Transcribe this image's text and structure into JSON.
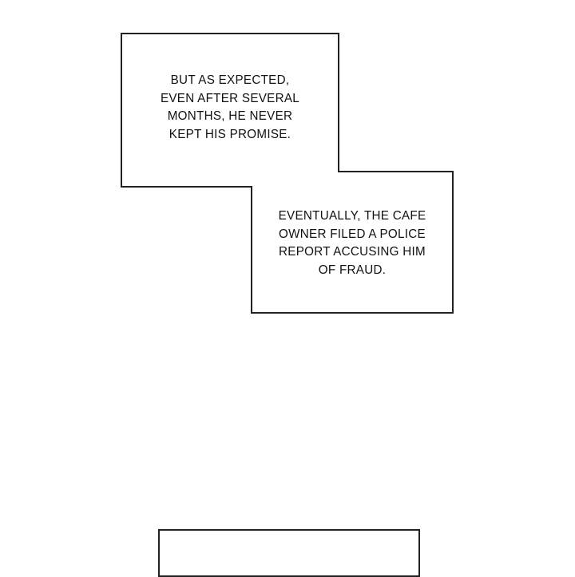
{
  "captions": [
    {
      "lines": [
        "But as expected,",
        "even after several",
        "months, he never",
        "kept his promise."
      ]
    },
    {
      "lines": [
        "Eventually, the cafe",
        "owner filed a police",
        "report accusing him",
        "of fraud."
      ]
    }
  ]
}
